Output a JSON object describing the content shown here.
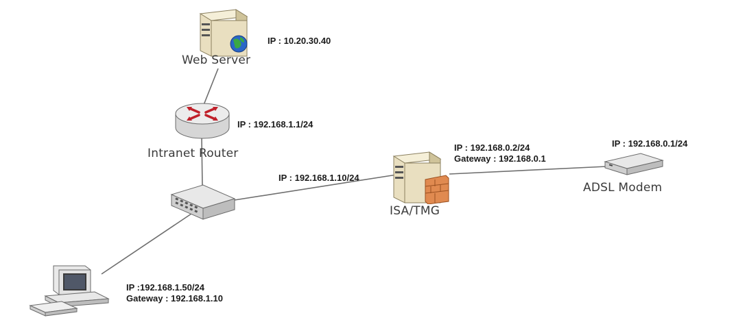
{
  "nodes": {
    "web_server": {
      "label": "Web Server",
      "ip": "IP : 10.20.30.40"
    },
    "intranet_router": {
      "label": "Intranet Router",
      "ip": "IP : 192.168.1.1/24"
    },
    "switch": {
      "ip": "IP : 192.168.1.10/24"
    },
    "isa_tmg": {
      "label": "ISA/TMG",
      "ip": "IP : 192.168.0.2/24",
      "gateway": "Gateway : 192.168.0.1"
    },
    "adsl_modem": {
      "label": "ADSL Modem",
      "ip": "IP : 192.168.0.1/24"
    },
    "client_pc": {
      "ip": "IP :192.168.1.50/24",
      "gateway": "Gateway : 192.168.1.10"
    }
  },
  "links": [
    {
      "from": "web_server",
      "to": "intranet_router"
    },
    {
      "from": "intranet_router",
      "to": "switch"
    },
    {
      "from": "switch",
      "to": "isa_tmg"
    },
    {
      "from": "isa_tmg",
      "to": "adsl_modem"
    },
    {
      "from": "switch",
      "to": "client_pc"
    }
  ],
  "colors": {
    "link": "#6e6e6e",
    "server_body": "#e9dfc0",
    "router_accent": "#c0202a",
    "firewall": "#e08a50"
  }
}
